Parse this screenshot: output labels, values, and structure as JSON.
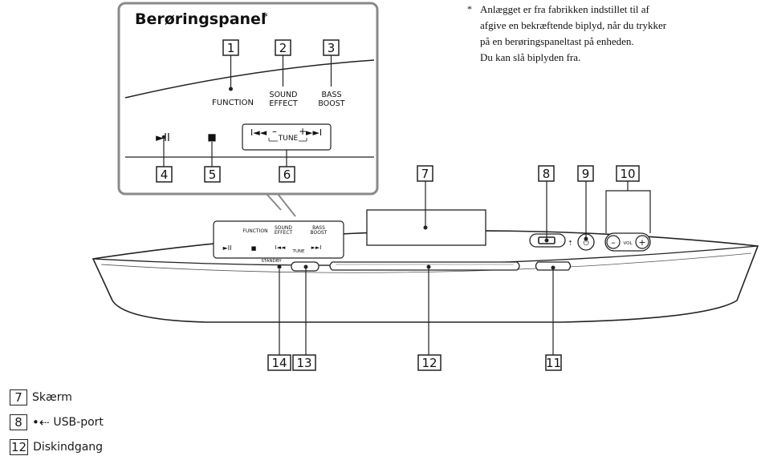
{
  "panel_title": "Berøringspanel",
  "panel_title_mark": "*",
  "footnote": {
    "mark": "*",
    "lines": [
      "Anlægget er fra fabrikken indstillet til af",
      "afgive en bekræftende biplyd, når du trykker",
      "på en berøringspaneltast på enheden.",
      "Du kan slå biplyden fra."
    ]
  },
  "callouts": [
    "1",
    "2",
    "3",
    "4",
    "5",
    "6",
    "7",
    "8",
    "9",
    "10",
    "11",
    "12",
    "13",
    "14"
  ],
  "panel_labels": {
    "function": "FUNCTION",
    "sound": "SOUND",
    "effect": "EFFECT",
    "bass": "BASS",
    "boost": "BOOST",
    "play_pause": "►II",
    "stop": "■",
    "prev": "I◄◄",
    "next": "►►I",
    "tune": "TUNE",
    "minus": "–",
    "plus": "+"
  },
  "device_labels": {
    "standby": "STANDBY",
    "vol": "VOL",
    "minus": "–",
    "plus": "+"
  },
  "legend": [
    {
      "num": "7",
      "label": "Skærm"
    },
    {
      "num": "8",
      "label": "USB-port",
      "icon": "usb-icon"
    },
    {
      "num": "12",
      "label": "Diskindgang"
    }
  ]
}
